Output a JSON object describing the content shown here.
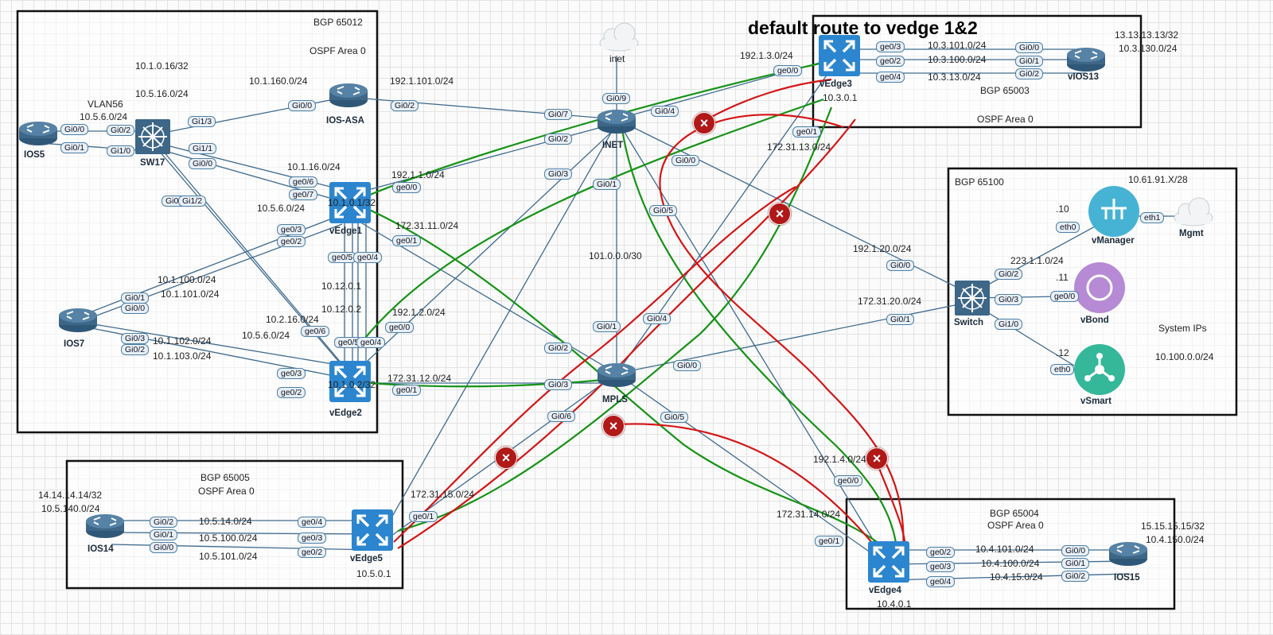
{
  "title": "default route to vedge 1&2",
  "colors": {
    "link": "#3f6b8f",
    "path_ok": "#169316",
    "path_fail": "#d41515",
    "device": "#3d6687",
    "vedge": "#2c86cf",
    "manager": "#47b3d4",
    "bond": "#b68ad4",
    "smart": "#35b89a"
  },
  "icons": {
    "router": "router-icon",
    "switch": "switch-icon",
    "vedge": "vedge-icon",
    "cloud": "cloud-icon",
    "blocked": "blocked-icon"
  },
  "zones": {
    "site1": {
      "bgp": "BGP 65012",
      "ospf": "OSPF Area 0"
    },
    "site3": {
      "bgp": "BGP 65003",
      "ospf": "OSPF Area 0"
    },
    "controllers": {
      "bgp": "BGP 65100"
    },
    "site5": {
      "bgp": "BGP 65005",
      "ospf": "OSPF Area 0"
    },
    "site4": {
      "bgp": "BGP 65004",
      "ospf": "OSPF Area 0"
    }
  },
  "devices": {
    "ios5": "IOS5",
    "sw17": "SW17",
    "ios_asa": "IOS-ASA",
    "vedge1": "vEdge1",
    "ios7": "IOS7",
    "vedge2": "vEdge2",
    "inet_cloud": "inet",
    "inet": "INET",
    "mpls": "MPLS",
    "vedge3": "vEdge3",
    "vios13": "vIOS13",
    "switch": "Switch",
    "vmanager": "vManager",
    "vbond": "vBond",
    "vsmart": "vSmart",
    "mgmt": "Mgmt",
    "ios14": "IOS14",
    "vedge5": "vEdge5",
    "vedge4": "vEdge4",
    "ios15": "IOS15"
  },
  "labels": {
    "l1": "10.1.0.16/32",
    "l2": "VLAN56",
    "l3": "10.5.16.0/24",
    "l4": "10.5.6.0/24",
    "l5": "10.1.160.0/24",
    "l6": "10.1.16.0/24",
    "l7": "10.1.0.1/32",
    "l8": "10.5.6.0/24",
    "l9": "10.1.100.0/24",
    "l10": "10.1.101.0/24",
    "l11": "10.12.0.1",
    "l12": "10.12.0.2",
    "l13": "10.2.16.0/24",
    "l14": "10.5.6.0/24",
    "l15": "10.1.102.0/24",
    "l16": "10.1.103.0/24",
    "l17": "10.1.0.2/32",
    "l18": "192.1.101.0/24",
    "l19": "192.1.1.0/24",
    "l20": "172.31.11.0/24",
    "l21": "192.1.2.0/24",
    "l22": "172.31.12.0/24",
    "l23": "101.0.0.0/30",
    "l24": "192.1.3.0/24",
    "l25": "10.3.0.1",
    "l26": "172.31.13.0/24",
    "l27": "10.3.101.0/24",
    "l28": "10.3.100.0/24",
    "l29": "10.3.13.0/24",
    "l30": "13.13.13.13/32",
    "l31": "10.3.130.0/24",
    "l32": "10.61.91.X/28",
    "l33": ".10",
    "l34": "223.1.1.0/24",
    "l35": ".11",
    "l36": ".12",
    "l37": "192.1.20.0/24",
    "l38": "172.31.20.0/24",
    "l39": "System IPs",
    "l40": "10.100.0.0/24",
    "l41": "14.14.14.14/32",
    "l42": "10.5.140.0/24",
    "l43": "10.5.14.0/24",
    "l44": "10.5.100.0/24",
    "l45": "10.5.101.0/24",
    "l46": "10.5.0.1",
    "l47": "172.31.15.0/24",
    "l48": "192.1.4.0/24",
    "l49": "172.31.14.0/24",
    "l50": "10.4.101.0/24",
    "l51": "10.4.100.0/24",
    "l52": "10.4.15.0/24",
    "l53": "15.15.15.15/32",
    "l54": "10.4.150.0/24",
    "l55": "10.4.0.1"
  },
  "ports": {
    "p1": "Gi0/0",
    "p2": "Gi0/2",
    "p3": "Gi0/1",
    "p4": "Gi1/0",
    "p5": "Gi1/3",
    "p6": "Gi1/1",
    "p7": "Gi0/0",
    "p8": "Gi0/0",
    "p9": "Gi1/2",
    "p10": "Gi0/0",
    "p11": "Gi0/2",
    "p12": "ge0/6",
    "p13": "ge0/7",
    "p14": "ge0/0",
    "p15": "ge0/1",
    "p16": "ge0/3",
    "p17": "ge0/2",
    "p18": "ge0/5",
    "p19": "ge0/4",
    "p20": "Gi0/1",
    "p21": "Gi0/0",
    "p22": "Gi0/3",
    "p23": "Gi0/2",
    "p24": "ge0/6",
    "p25": "ge0/5",
    "p26": "ge0/4",
    "p27": "ge0/0",
    "p28": "ge0/3",
    "p29": "ge0/2",
    "p30": "ge0/1",
    "p31": "Gi0/9",
    "p32": "Gi0/7",
    "p33": "Gi0/2",
    "p34": "Gi0/4",
    "p35": "Gi0/3",
    "p36": "Gi0/0",
    "p37": "Gi0/1",
    "p38": "Gi0/5",
    "p39": "Gi0/1",
    "p40": "Gi0/2",
    "p41": "Gi0/3",
    "p42": "Gi0/4",
    "p43": "Gi0/0",
    "p44": "Gi0/6",
    "p45": "Gi0/5",
    "p46": "ge0/0",
    "p47": "ge0/3",
    "p48": "ge0/2",
    "p49": "ge0/4",
    "p50": "ge0/1",
    "p51": "Gi0/0",
    "p52": "Gi0/1",
    "p53": "Gi0/2",
    "p54": "eth0",
    "p55": "eth1",
    "p56": "Gi0/0",
    "p57": "Gi0/1",
    "p58": "Gi0/2",
    "p59": "Gi0/3",
    "p60": "Gi1/0",
    "p61": "ge0/0",
    "p62": "eth0",
    "p63": "Gi0/2",
    "p64": "Gi0/1",
    "p65": "Gi0/0",
    "p66": "ge0/4",
    "p67": "ge0/3",
    "p68": "ge0/2",
    "p69": "ge0/1",
    "p70": "ge0/0",
    "p71": "ge0/1",
    "p72": "ge0/2",
    "p73": "ge0/3",
    "p74": "ge0/4",
    "p75": "Gi0/0",
    "p76": "Gi0/1",
    "p77": "Gi0/2"
  }
}
